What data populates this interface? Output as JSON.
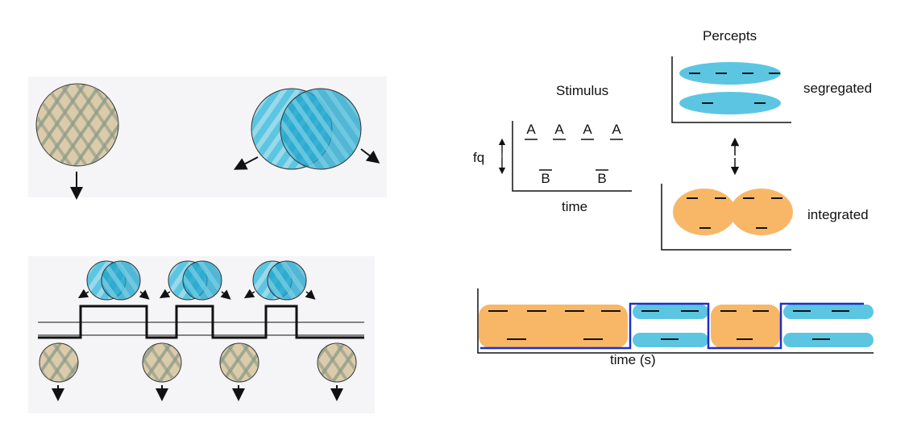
{
  "colors": {
    "plaid_fill": "#dccbab",
    "plaid_line": "#8a9a86",
    "blue": "#5cc6e2",
    "blue_dark": "#1aa3c9",
    "orange": "#f8b767",
    "outline_blue": "#1e2fc8",
    "panel_bg": "#f5f5f7"
  },
  "stimulus": {
    "title": "Stimulus",
    "y_label": "fq",
    "x_label": "time",
    "tone_a": [
      "A",
      "A",
      "A",
      "A"
    ],
    "tone_b": [
      "B",
      "B"
    ]
  },
  "percepts": {
    "title": "Percepts",
    "segregated_label": "segregated",
    "integrated_label": "integrated"
  },
  "timeline": {
    "x_label": "time (s)",
    "sequence": [
      "integrated",
      "segregated",
      "integrated",
      "segregated"
    ]
  }
}
